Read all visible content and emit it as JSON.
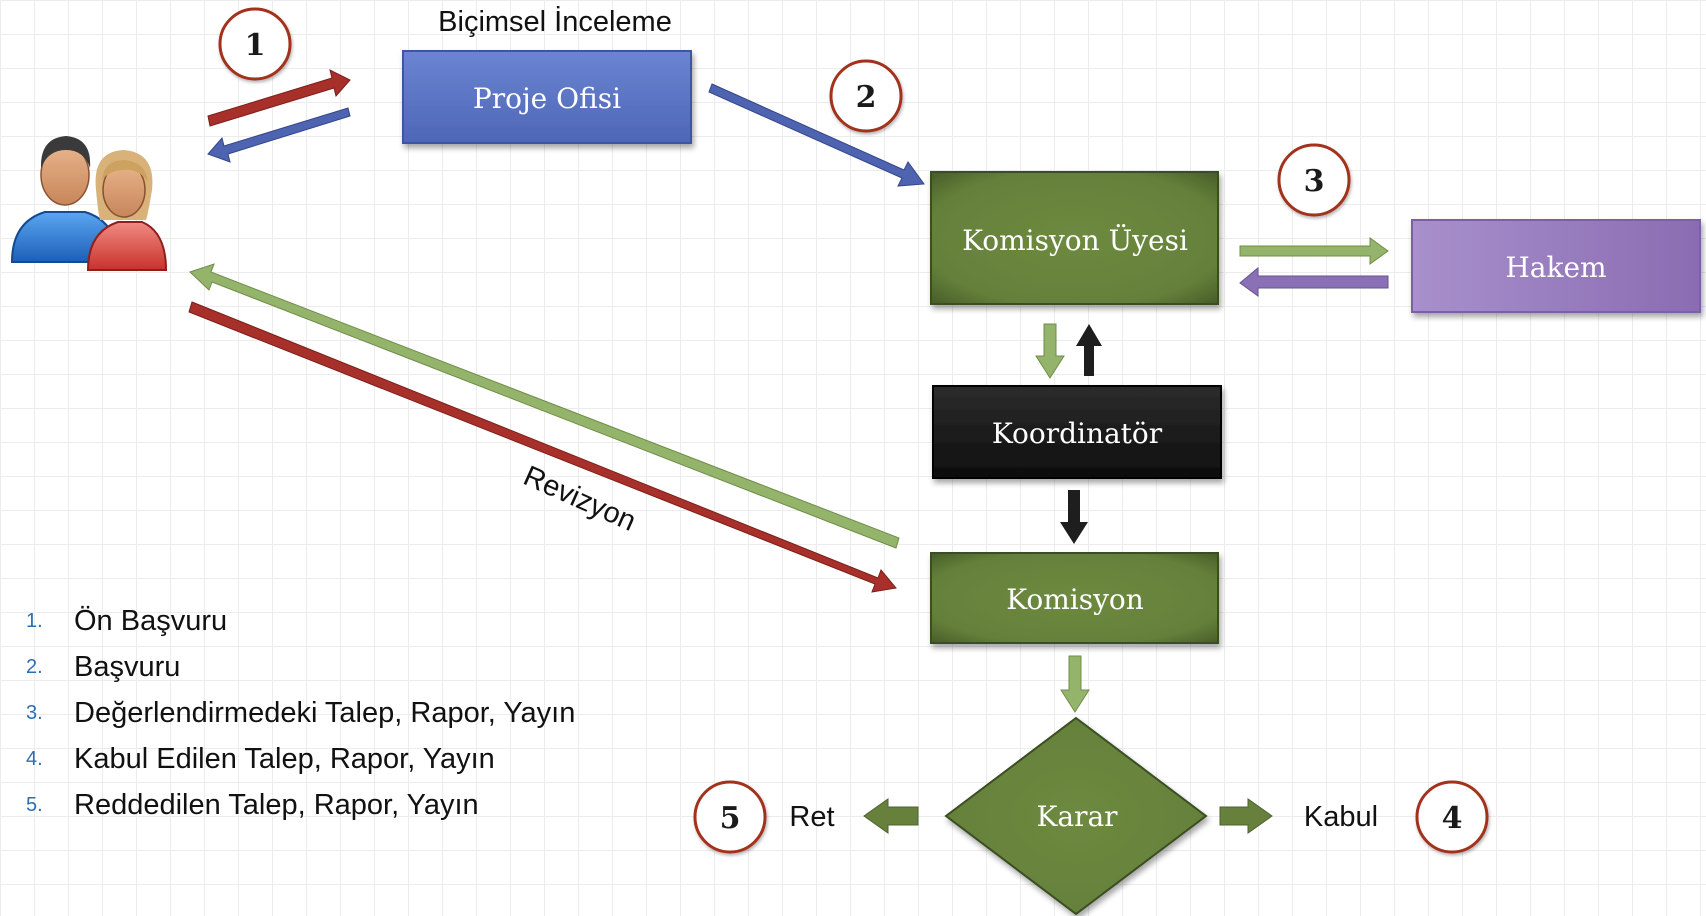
{
  "nodes": {
    "formal_review_label": "Biçimsel İnceleme",
    "project_office": "Proje Ofisi",
    "committee_member": "Komisyon Üyesi",
    "referee": "Hakem",
    "coordinator": "Koordinatör",
    "committee": "Komisyon",
    "decision": "Karar"
  },
  "outcomes": {
    "reject": "Ret",
    "accept": "Kabul"
  },
  "revision_label": "Revizyon",
  "step_numbers": [
    "1",
    "2",
    "3",
    "4",
    "5"
  ],
  "legend": [
    {
      "number": "1.",
      "text": "Ön Başvuru"
    },
    {
      "number": "2.",
      "text": "Başvuru"
    },
    {
      "number": "3.",
      "text": "Değerlendirmedeki Talep, Rapor, Yayın"
    },
    {
      "number": "4.",
      "text": "Kabul Edilen Talep, Rapor, Yayın"
    },
    {
      "number": "5.",
      "text": "Reddedilen Talep, Rapor, Yayın"
    }
  ],
  "colors": {
    "project_office": "#5a74c2",
    "committee_green": "#67803c",
    "referee_purple": "#9478b8",
    "coordinator_black": "#1e1e1e",
    "arrow_red": "#a8302a",
    "arrow_blue": "#4e64b0",
    "arrow_green": "#93b46a",
    "arrow_purple": "#8a70b4",
    "circle_border": "#a3321f",
    "legend_number": "#2a6fb5"
  },
  "icons": {
    "users": "users-icon"
  }
}
